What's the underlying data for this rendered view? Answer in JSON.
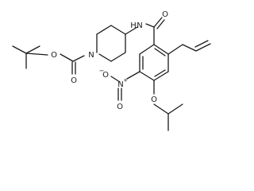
{
  "labels": {
    "carbamate_ether_o": "O",
    "carbamate_carbonyl_o": "O",
    "piperidine_n": "N",
    "amide_nh": "N",
    "amide_nh_h": "H",
    "amide_carbonyl_o": "O",
    "nitro_n": "N",
    "nitro_plus": "+",
    "nitro_o_minus": "O",
    "nitro_minus": "−",
    "nitro_o_double": "O",
    "isopropoxy_o": "O"
  }
}
